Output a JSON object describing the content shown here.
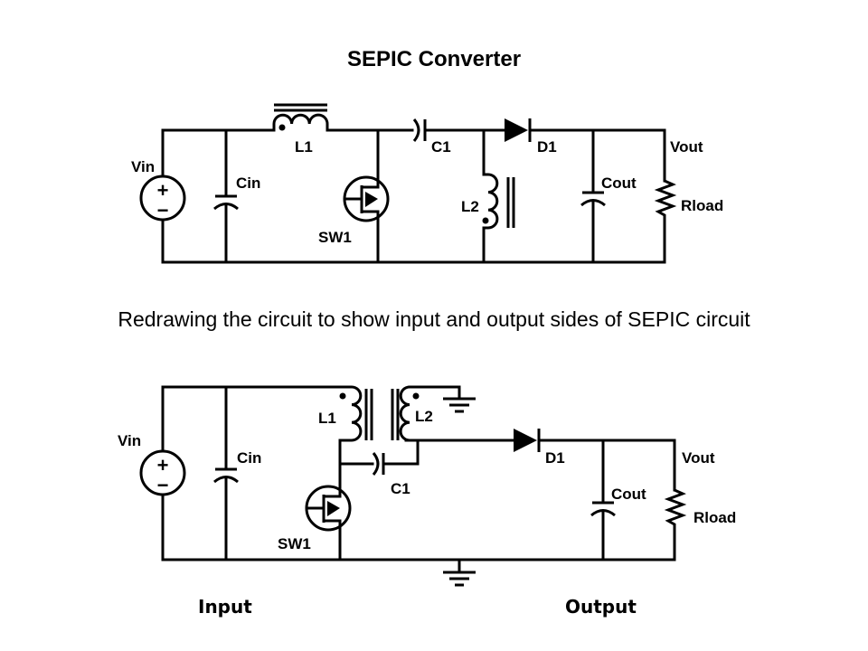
{
  "title": "SEPIC Converter",
  "caption": "Redrawing the circuit to show input and output sides of SEPIC circuit",
  "top_circuit": {
    "labels": {
      "vin": "Vin",
      "cin": "Cin",
      "l1": "L1",
      "sw1": "SW1",
      "c1": "C1",
      "l2": "L2",
      "d1": "D1",
      "cout": "Cout",
      "vout": "Vout",
      "rload": "Rload"
    },
    "source_plus": "+",
    "source_minus": "−"
  },
  "bottom_circuit": {
    "labels": {
      "vin": "Vin",
      "cin": "Cin",
      "l1": "L1",
      "l2": "L2",
      "sw1": "SW1",
      "c1": "C1",
      "d1": "D1",
      "cout": "Cout",
      "vout": "Vout",
      "rload": "Rload"
    },
    "source_plus": "+",
    "source_minus": "−",
    "input_label": "Input",
    "output_label": "Output"
  }
}
